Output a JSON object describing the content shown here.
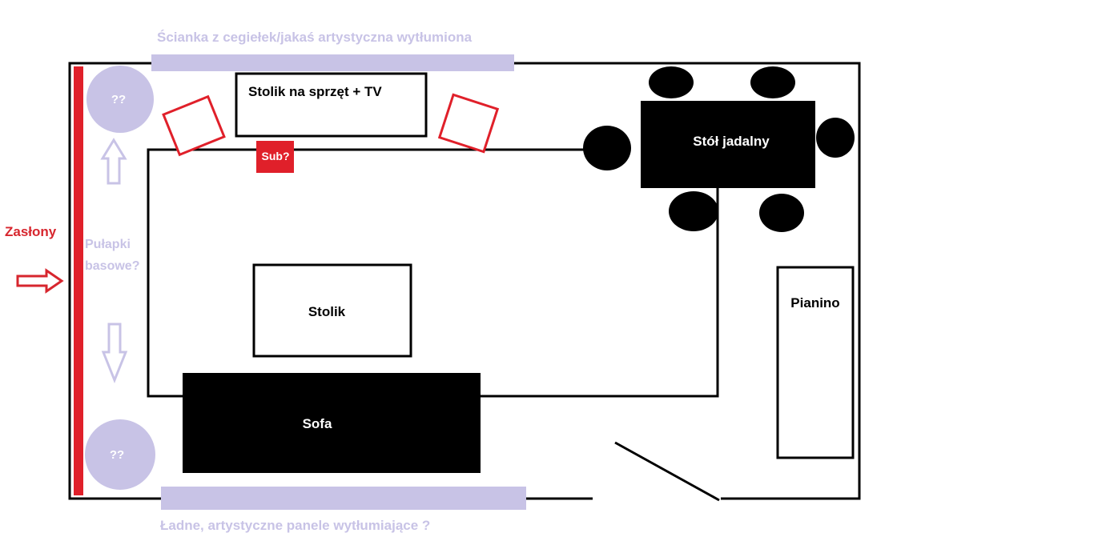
{
  "labels": {
    "top_wall_note": "Ścianka z cegiełek/jakaś artystyczna wytłumiona",
    "bottom_wall_note": "Ładne, artystyczne panele wytłumiające ?",
    "curtains": "Zasłony",
    "bass_traps_line1": "Pułapki",
    "bass_traps_line2": "basowe?",
    "trap_top": "??",
    "trap_bottom": "??",
    "tv_stand": "Stolik na sprzęt + TV",
    "sub": "Sub?",
    "dining_table": "Stół jadalny",
    "coffee_table": "Stolik",
    "sofa": "Sofa",
    "piano": "Pianino"
  },
  "colors": {
    "wall": "#000000",
    "curtain": "#e0202a",
    "acoustic_panel": "#c8c3e6",
    "furniture_dark": "#000000",
    "annotation_red": "#d7262e"
  }
}
